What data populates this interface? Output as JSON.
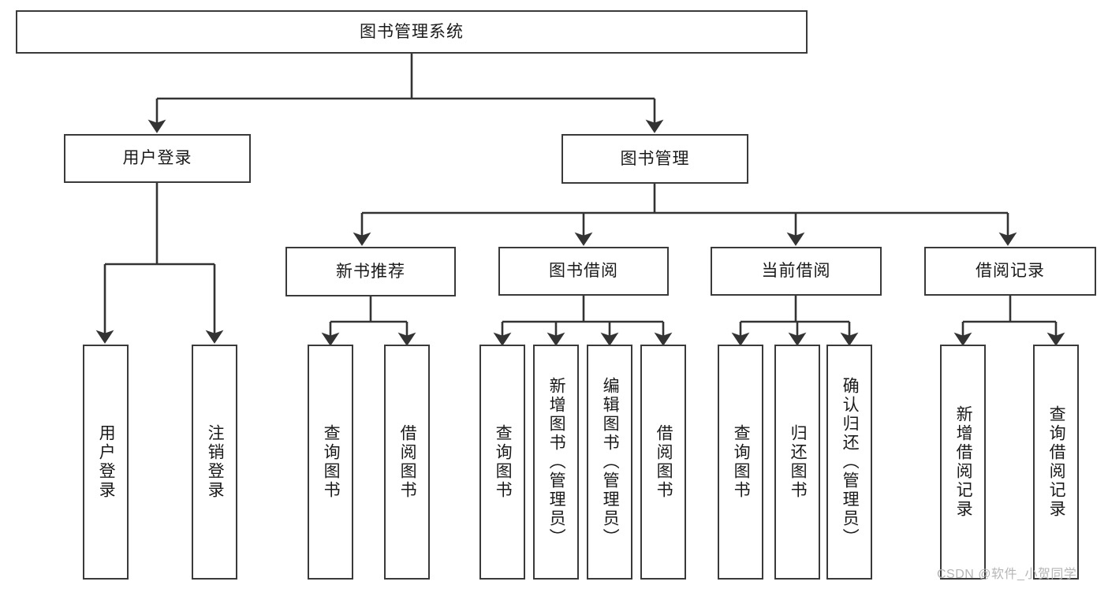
{
  "diagram": {
    "type": "tree",
    "title": "图书管理系统",
    "watermark": "CSDN @软件_小贺同学",
    "colors": {
      "box_border": "#3a3a3a",
      "box_fill": "#ffffff",
      "edge": "#333333",
      "text": "#1a1a1a",
      "watermark": "#b6b6b6"
    },
    "nodes": {
      "root": {
        "label": "图书管理系统"
      },
      "level1": [
        {
          "id": "user-login",
          "label": "用户登录"
        },
        {
          "id": "book-manage",
          "label": "图书管理"
        }
      ],
      "level2": [
        {
          "id": "new-book-recommend",
          "label": "新书推荐"
        },
        {
          "id": "book-borrow",
          "label": "图书借阅"
        },
        {
          "id": "current-borrow",
          "label": "当前借阅"
        },
        {
          "id": "borrow-record",
          "label": "借阅记录"
        }
      ],
      "leaves": [
        {
          "id": "leaf-user-login",
          "parent": "user-login",
          "label": "用户登录"
        },
        {
          "id": "leaf-logout-login",
          "parent": "user-login",
          "label": "注销登录"
        },
        {
          "id": "leaf-query-book-1",
          "parent": "new-book-recommend",
          "label": "查询图书"
        },
        {
          "id": "leaf-borrow-book-1",
          "parent": "new-book-recommend",
          "label": "借阅图书"
        },
        {
          "id": "leaf-query-book-2",
          "parent": "book-borrow",
          "label": "查询图书"
        },
        {
          "id": "leaf-add-book",
          "parent": "book-borrow",
          "label": "新增图书（管理员）"
        },
        {
          "id": "leaf-edit-book",
          "parent": "book-borrow",
          "label": "编辑图书（管理员）"
        },
        {
          "id": "leaf-borrow-book-2",
          "parent": "book-borrow",
          "label": "借阅图书"
        },
        {
          "id": "leaf-query-book-3",
          "parent": "current-borrow",
          "label": "查询图书"
        },
        {
          "id": "leaf-return-book",
          "parent": "current-borrow",
          "label": "归还图书"
        },
        {
          "id": "leaf-confirm-return",
          "parent": "current-borrow",
          "label": "确认归还（管理员）"
        },
        {
          "id": "leaf-add-record",
          "parent": "borrow-record",
          "label": "新增借阅记录"
        },
        {
          "id": "leaf-query-record",
          "parent": "borrow-record",
          "label": "查询借阅记录"
        }
      ]
    }
  }
}
